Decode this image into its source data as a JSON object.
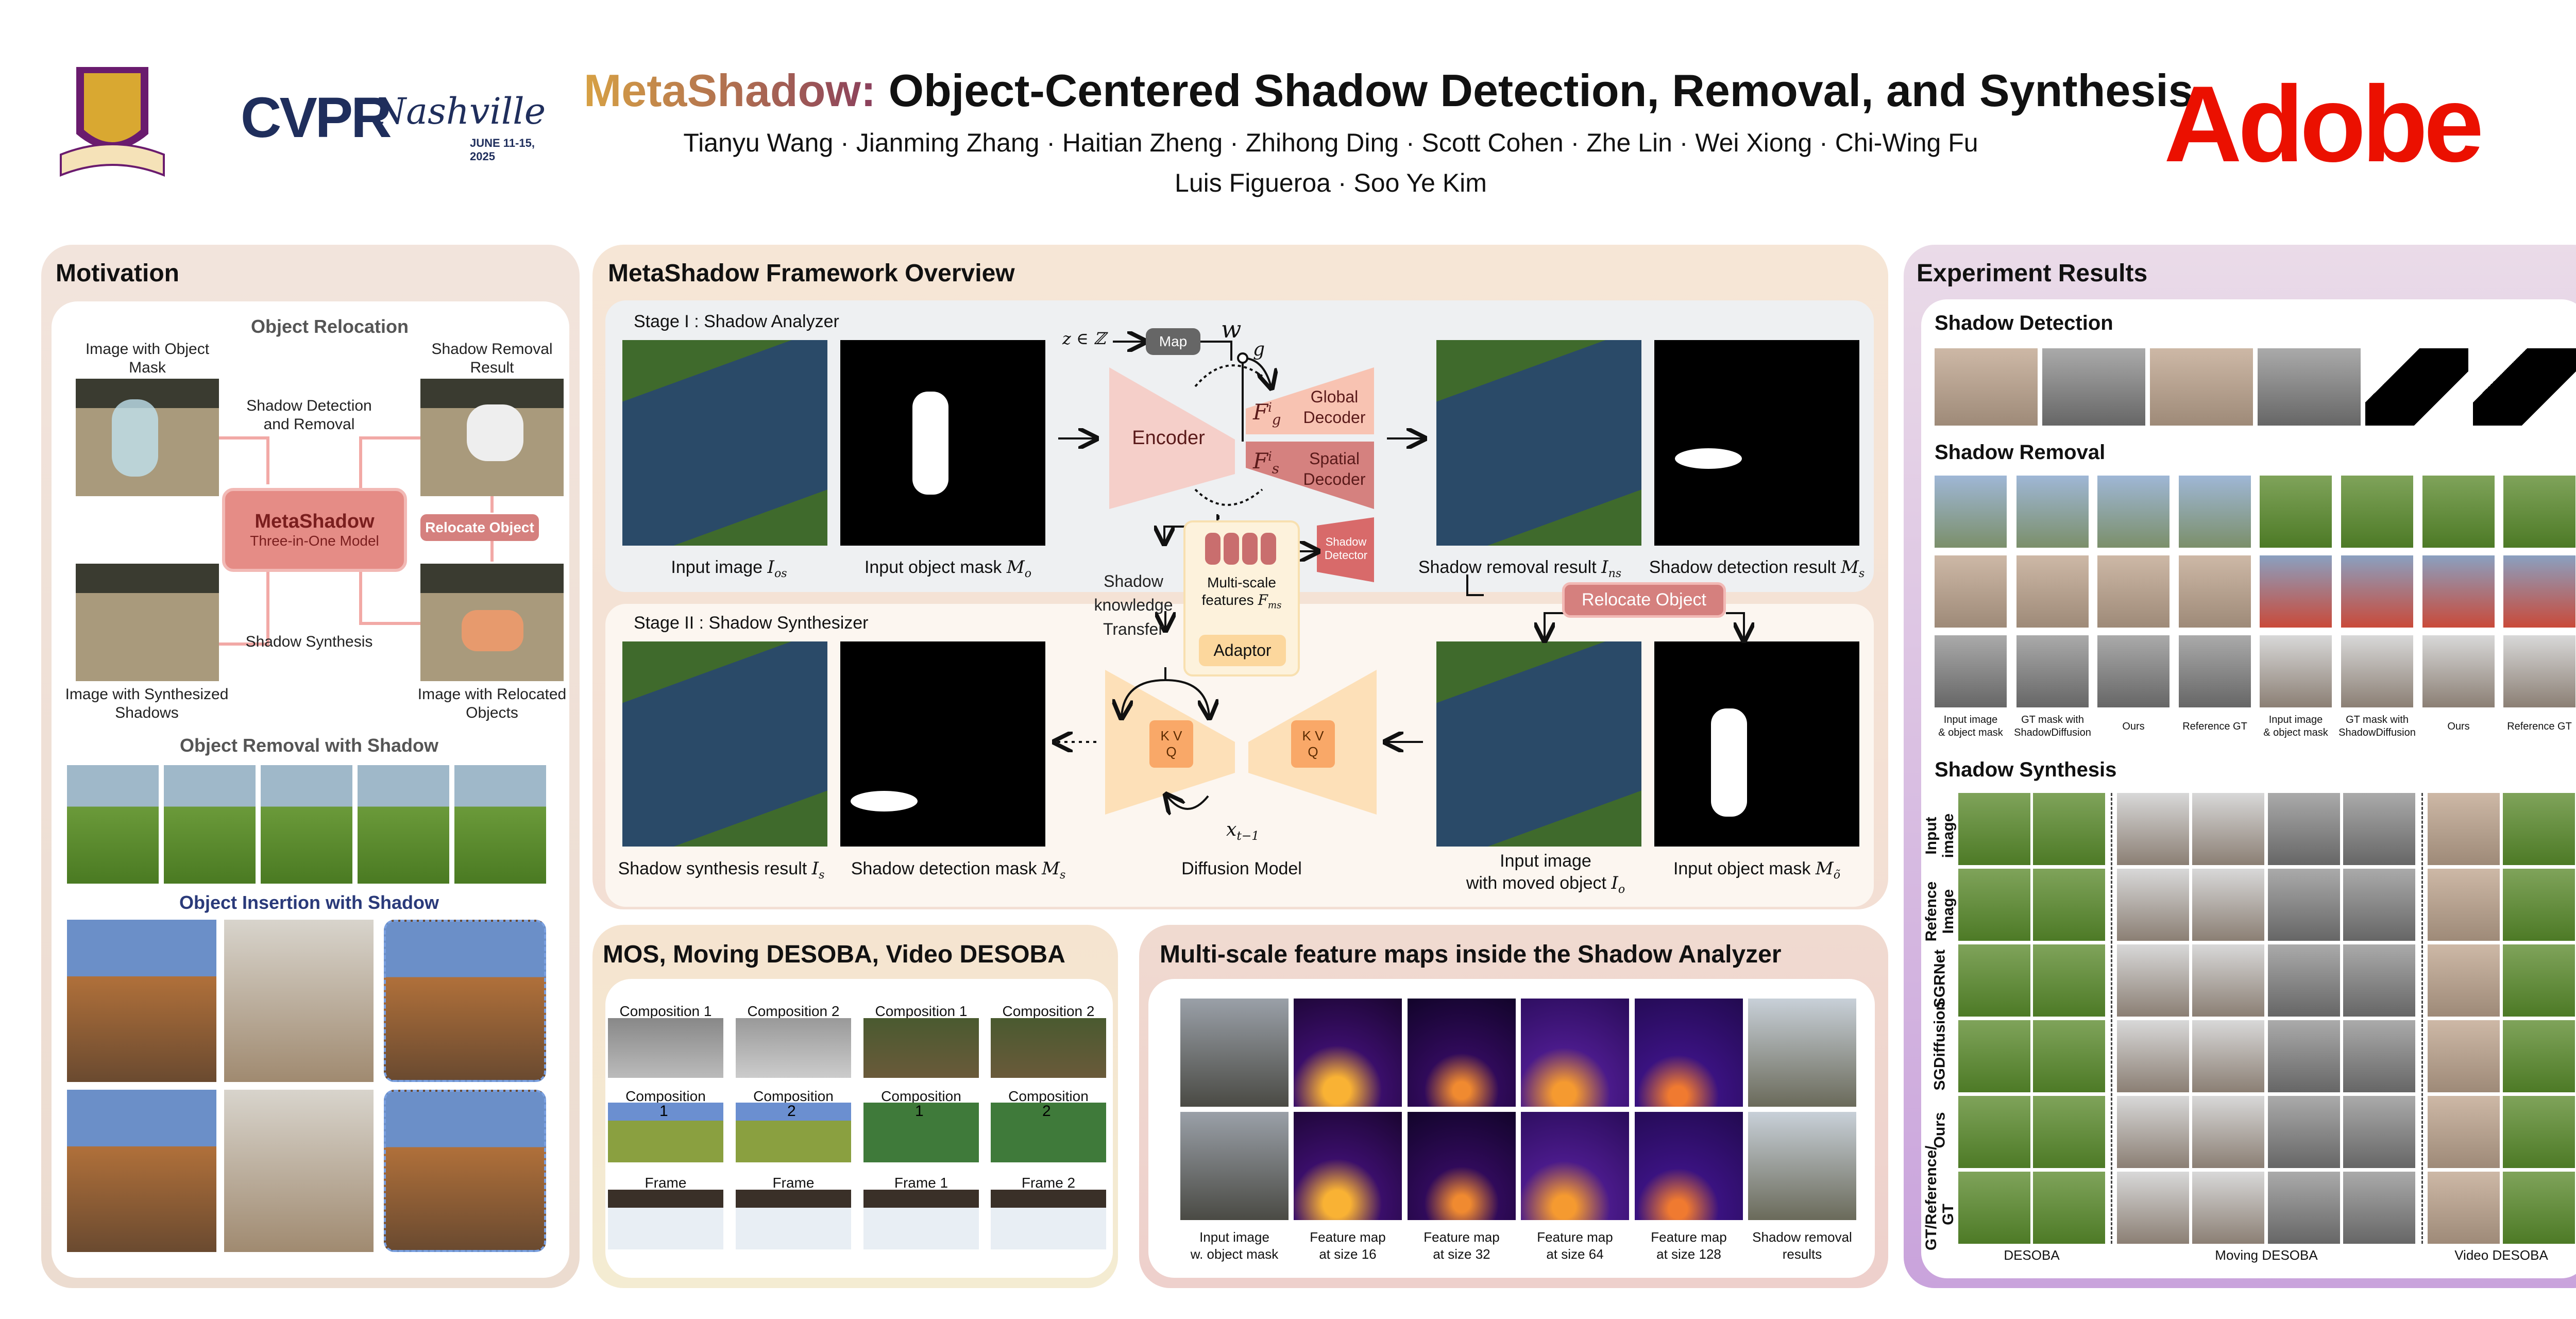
{
  "header": {
    "title_brand": "MetaShadow:",
    "title_rest": "Object-Centered Shadow Detection, Removal, and Synthesis",
    "authors_line1": "Tianyu Wang · Jianming Zhang · Haitian Zheng · Zhihong Ding · Scott Cohen · Zhe Lin · Wei Xiong · Chi-Wing Fu",
    "authors_line2": "Luis Figueroa · Soo Ye Kim",
    "conference_logo": "CVPR Nashville JUNE 11-15, 2025",
    "university_logo": "CUHK crest",
    "company_logo": "Adobe"
  },
  "motivation": {
    "title": "Motivation",
    "object_relocation": "Object Relocation",
    "image_with_mask": "Image with Object Mask",
    "detect_remove": "Shadow Detection and Removal",
    "removal_result": "Shadow Removal Result",
    "model_name": "MetaShadow",
    "model_sub": "Three-in-One Model",
    "relocate": "Relocate Object",
    "synthesis": "Shadow Synthesis",
    "synth_result": "Image with Synthesized Shadows",
    "relocated": "Image with Relocated Objects",
    "removal_title": "Object Removal with Shadow",
    "insertion_title": "Object Insertion with Shadow"
  },
  "framework": {
    "title": "MetaShadow Framework Overview",
    "stage1": "Stage I : Shadow Analyzer",
    "stage2": "Stage II : Shadow Synthesizer",
    "z_in": "z ∈ ℤ",
    "map": "Map",
    "w": "w",
    "g": "g",
    "encoder": "Encoder",
    "global_decoder": "Global Decoder",
    "spatial_decoder": "Spatial Decoder",
    "fg": "F",
    "fg_sub": "g",
    "fs_sub": "s",
    "f_sup": "i",
    "shadow_detector": "Shadow Detector",
    "multiscale": "Multi-scale features",
    "fms": "F",
    "fms_sub": "ms",
    "adaptor": "Adaptor",
    "transfer": "Shadow knowledge Transfer",
    "relocate": "Relocate Object",
    "kv": "K V",
    "q": "Q",
    "xt": "x",
    "xt_sub": "t−1",
    "diffusion": "Diffusion Model",
    "labels": {
      "input_image": "Input image",
      "input_image_m": "I",
      "input_image_s": "os",
      "input_mask": "Input object mask",
      "input_mask_m": "M",
      "input_mask_s": "o",
      "removal": "Shadow removal result",
      "removal_m": "I",
      "removal_s": "ns",
      "detection": "Shadow detection result",
      "detection_m": "M",
      "detection_s": "s",
      "synth": "Shadow synthesis result",
      "synth_m": "I",
      "synth_s": "s",
      "det_mask": "Shadow detection mask",
      "det_mask_m": "M",
      "det_mask_s": "s",
      "moved1": "Input image",
      "moved2": "with moved object",
      "moved_m": "I",
      "moved_s": "o",
      "moved_mask": "Input object mask",
      "moved_mask_m": "M",
      "moved_mask_s": "õ"
    }
  },
  "datasets": {
    "title": "MOS, Moving DESOBA, Video DESOBA",
    "row1": [
      "Composition 1",
      "Composition 2",
      "Composition 1",
      "Composition 2"
    ],
    "row2": [
      "Composition",
      "Composition",
      "Composition",
      "Composition"
    ],
    "row2_nums": [
      "1",
      "2",
      "1",
      "2"
    ],
    "row3": [
      "Frame",
      "Frame",
      "Frame 1",
      "Frame 2"
    ]
  },
  "featuremaps": {
    "title": "Multi-scale feature maps inside the Shadow Analyzer",
    "captions": [
      [
        "Input image",
        "w. object mask"
      ],
      [
        "Feature map",
        "at size 16"
      ],
      [
        "Feature map",
        "at size 32"
      ],
      [
        "Feature map",
        "at size 64"
      ],
      [
        "Feature map",
        "at size 128"
      ],
      [
        "Shadow removal",
        "results"
      ]
    ]
  },
  "experiments": {
    "title": "Experiment Results",
    "detection": "Shadow Detection",
    "removal": "Shadow Removal",
    "removal_captions": [
      [
        "Input image",
        "& object mask"
      ],
      [
        "GT mask with",
        "ShadowDiffusion"
      ],
      [
        "Ours"
      ],
      [
        "Reference GT"
      ],
      [
        "Input image",
        "& object mask"
      ],
      [
        "GT mask with",
        "ShadowDiffusion"
      ],
      [
        "Ours"
      ],
      [
        "Reference GT"
      ]
    ],
    "synthesis": "Shadow Synthesis",
    "synthesis_rows": [
      "Input image",
      "Refence Image",
      "SGRNet",
      "SGDiffusion",
      "Ours",
      "GT/Reference/ GT"
    ],
    "synthesis_groups": [
      "DESOBA",
      "Moving DESOBA",
      "Video DESOBA"
    ]
  },
  "colors": {
    "brand_red": "#eb1000",
    "accent_pink": "#d5807e",
    "cvpr_navy": "#1f2e5c"
  }
}
